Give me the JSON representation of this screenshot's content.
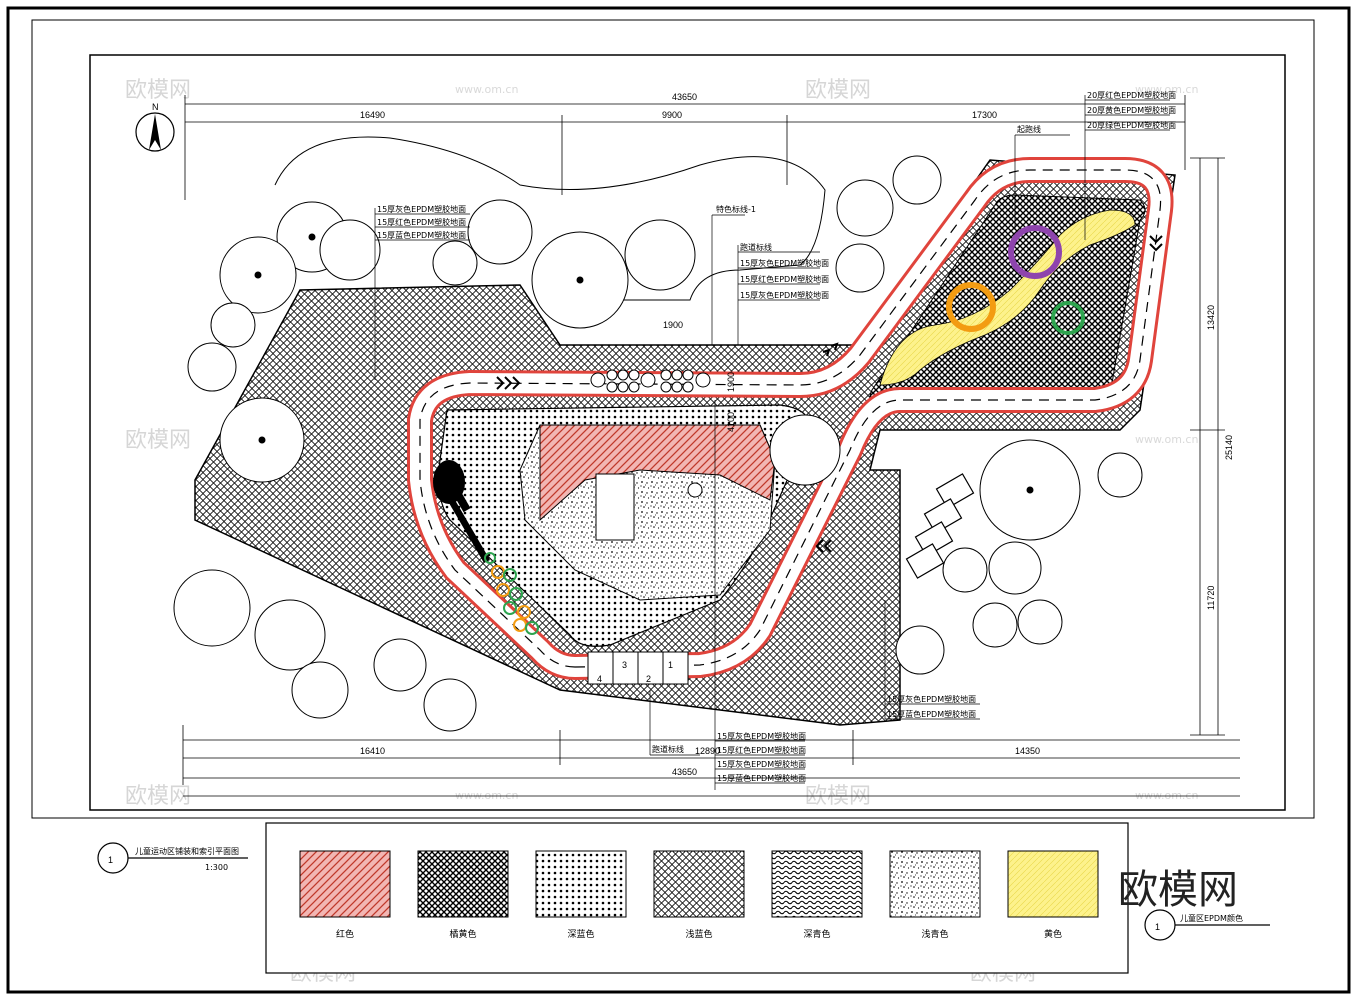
{
  "plan": {
    "north_label": "N",
    "dims_top": {
      "total": "43650",
      "left": "16490",
      "middle": "9900",
      "right": "17300"
    },
    "dims_bottom": {
      "total": "43650",
      "left": "16410",
      "middle": "12890",
      "right": "14350"
    },
    "dims_right": {
      "total": "25140",
      "upper": "13420",
      "lower": "11720"
    },
    "dims_inner": {
      "a": "1900",
      "b": "4100",
      "c": "1900"
    },
    "lane_numbers": [
      "4",
      "3",
      "2",
      "1"
    ],
    "epdm_labels_top_right": [
      "20厚红色EPDM塑胶地面",
      "20厚黄色EPDM塑胶地面",
      "20厚绿色EPDM塑胶地面"
    ],
    "epdm_labels_top_left": [
      "15厚灰色EPDM塑胶地面",
      "15厚红色EPDM塑胶地面",
      "15厚蓝色EPDM塑胶地面"
    ],
    "epdm_labels_center": [
      "15厚灰色EPDM塑胶地面",
      "15厚红色EPDM塑胶地面",
      "15厚灰色EPDM塑胶地面"
    ],
    "epdm_labels_bottom": [
      "15厚灰色EPDM塑胶地面",
      "15厚红色EPDM塑胶地面",
      "15厚灰色EPDM塑胶地面",
      "15厚蓝色EPDM塑胶地面"
    ],
    "epdm_labels_bottom_right": [
      "15厚灰色EPDM塑胶地面",
      "15厚蓝色EPDM塑胶地面"
    ],
    "small_label_top": "特色标线-1",
    "small_label_track": "跑道标线",
    "small_label_mid": "起跑线"
  },
  "title_block": {
    "number": "1",
    "title": "儿童运动区铺装和索引平面图",
    "scale": "1:300"
  },
  "legend": {
    "items": [
      {
        "label": "红色",
        "pattern": "red-herringbone",
        "color": "#c0392b"
      },
      {
        "label": "橘黄色",
        "pattern": "black-crosshatch",
        "color": "#000000"
      },
      {
        "label": "深蓝色",
        "pattern": "dots",
        "color": "#000000"
      },
      {
        "label": "浅蓝色",
        "pattern": "diamond",
        "color": "#000000"
      },
      {
        "label": "深青色",
        "pattern": "stripe",
        "color": "#000000"
      },
      {
        "label": "浅青色",
        "pattern": "gravel",
        "color": "#000000"
      },
      {
        "label": "黄色",
        "pattern": "yellow-solid",
        "color": "#fdf28c"
      }
    ],
    "number": "1",
    "title": "儿童区EPDM颜色"
  },
  "watermark": {
    "logo": "欧模网",
    "url": "www.om.cn"
  },
  "colors": {
    "track_red": "#e0443c",
    "ring_purple": "#8e44ad",
    "ring_orange": "#f39c12",
    "ring_green": "#2ea44f",
    "sand_yellow": "#fdf28c"
  }
}
